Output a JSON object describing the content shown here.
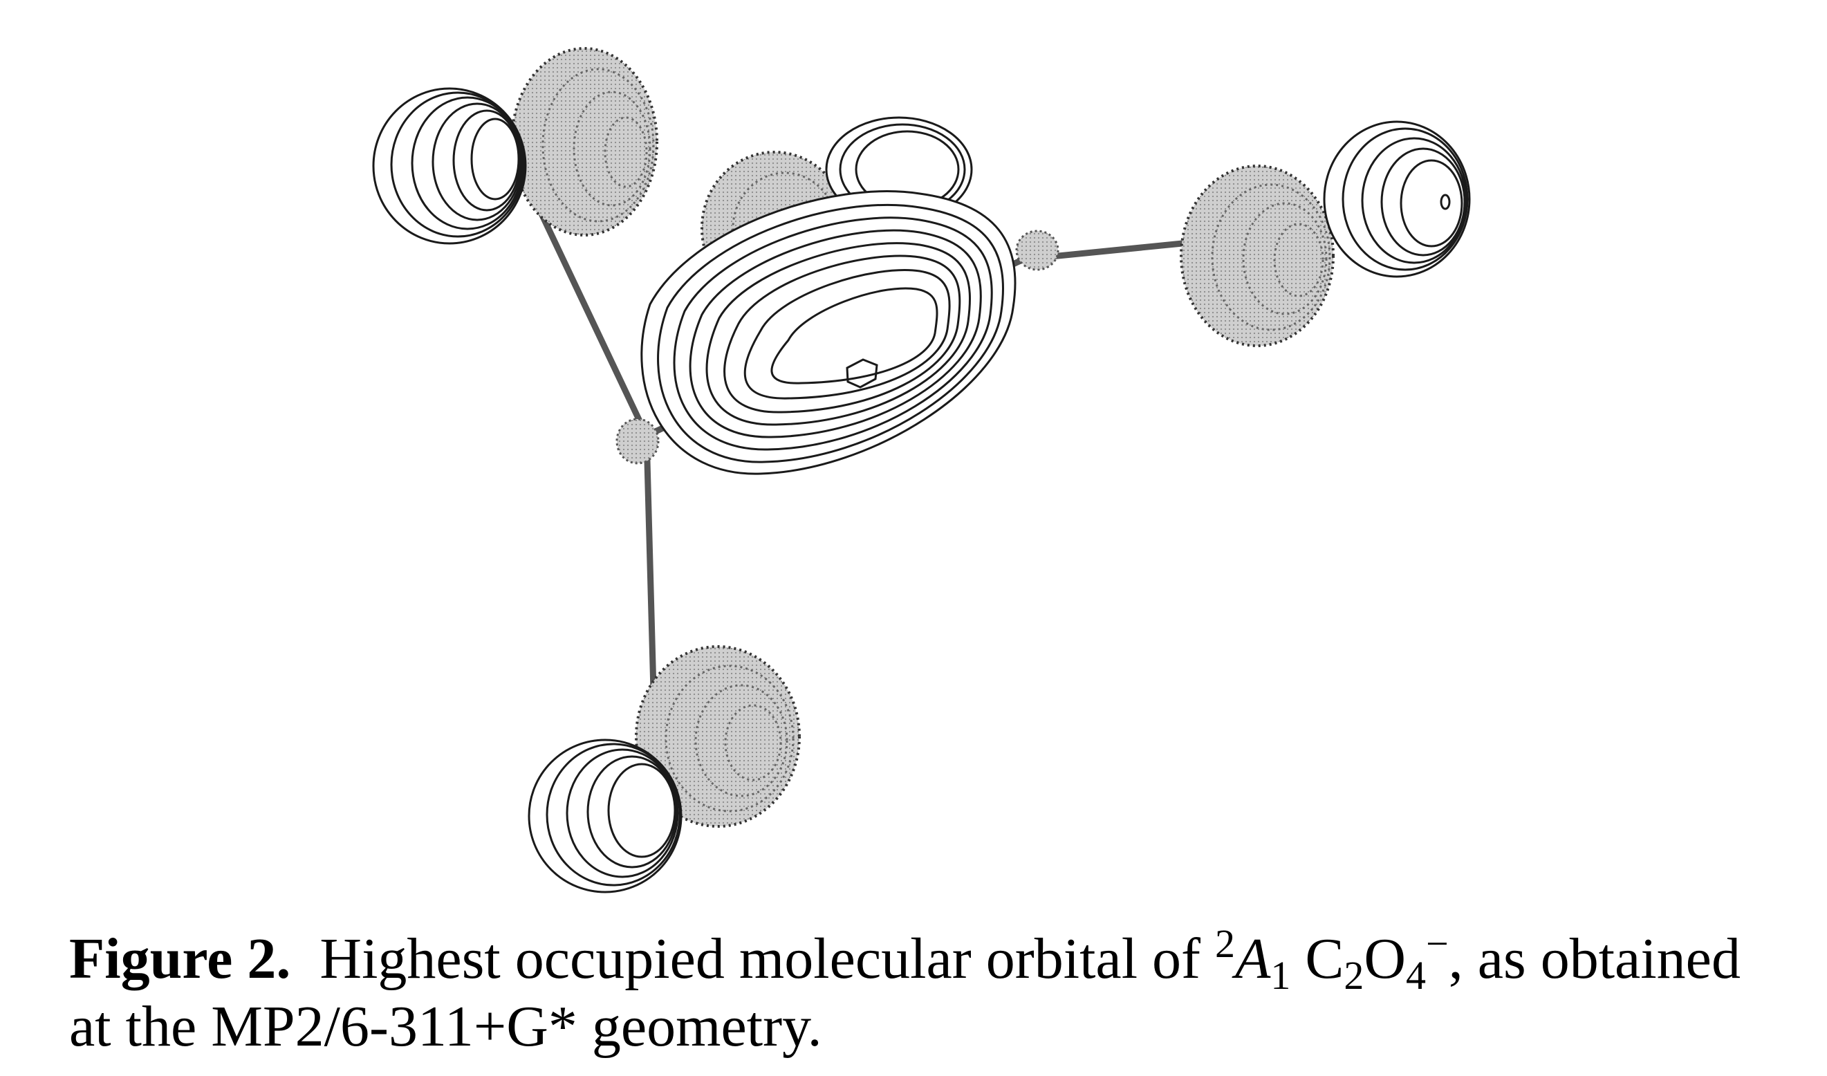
{
  "figure": {
    "label": "Figure 2.",
    "caption_lead": "Highest occupied molecular orbital of ",
    "term_sup": "2",
    "term_sym": "A",
    "term_sub": "1",
    "formula_c": "C",
    "formula_c_sub": "2",
    "formula_o": "O",
    "formula_o_sub": "4",
    "formula_charge": "−",
    "caption_rest": ", as obtained",
    "caption_line2": "at the MP2/6-311+G* geometry."
  },
  "colors": {
    "positive_lobe_outline": "#1a1a1a",
    "negative_lobe_fill": "#c8c8c8",
    "negative_lobe_dots": "#4a4a4a",
    "bond": "#555555",
    "background": "#ffffff"
  }
}
